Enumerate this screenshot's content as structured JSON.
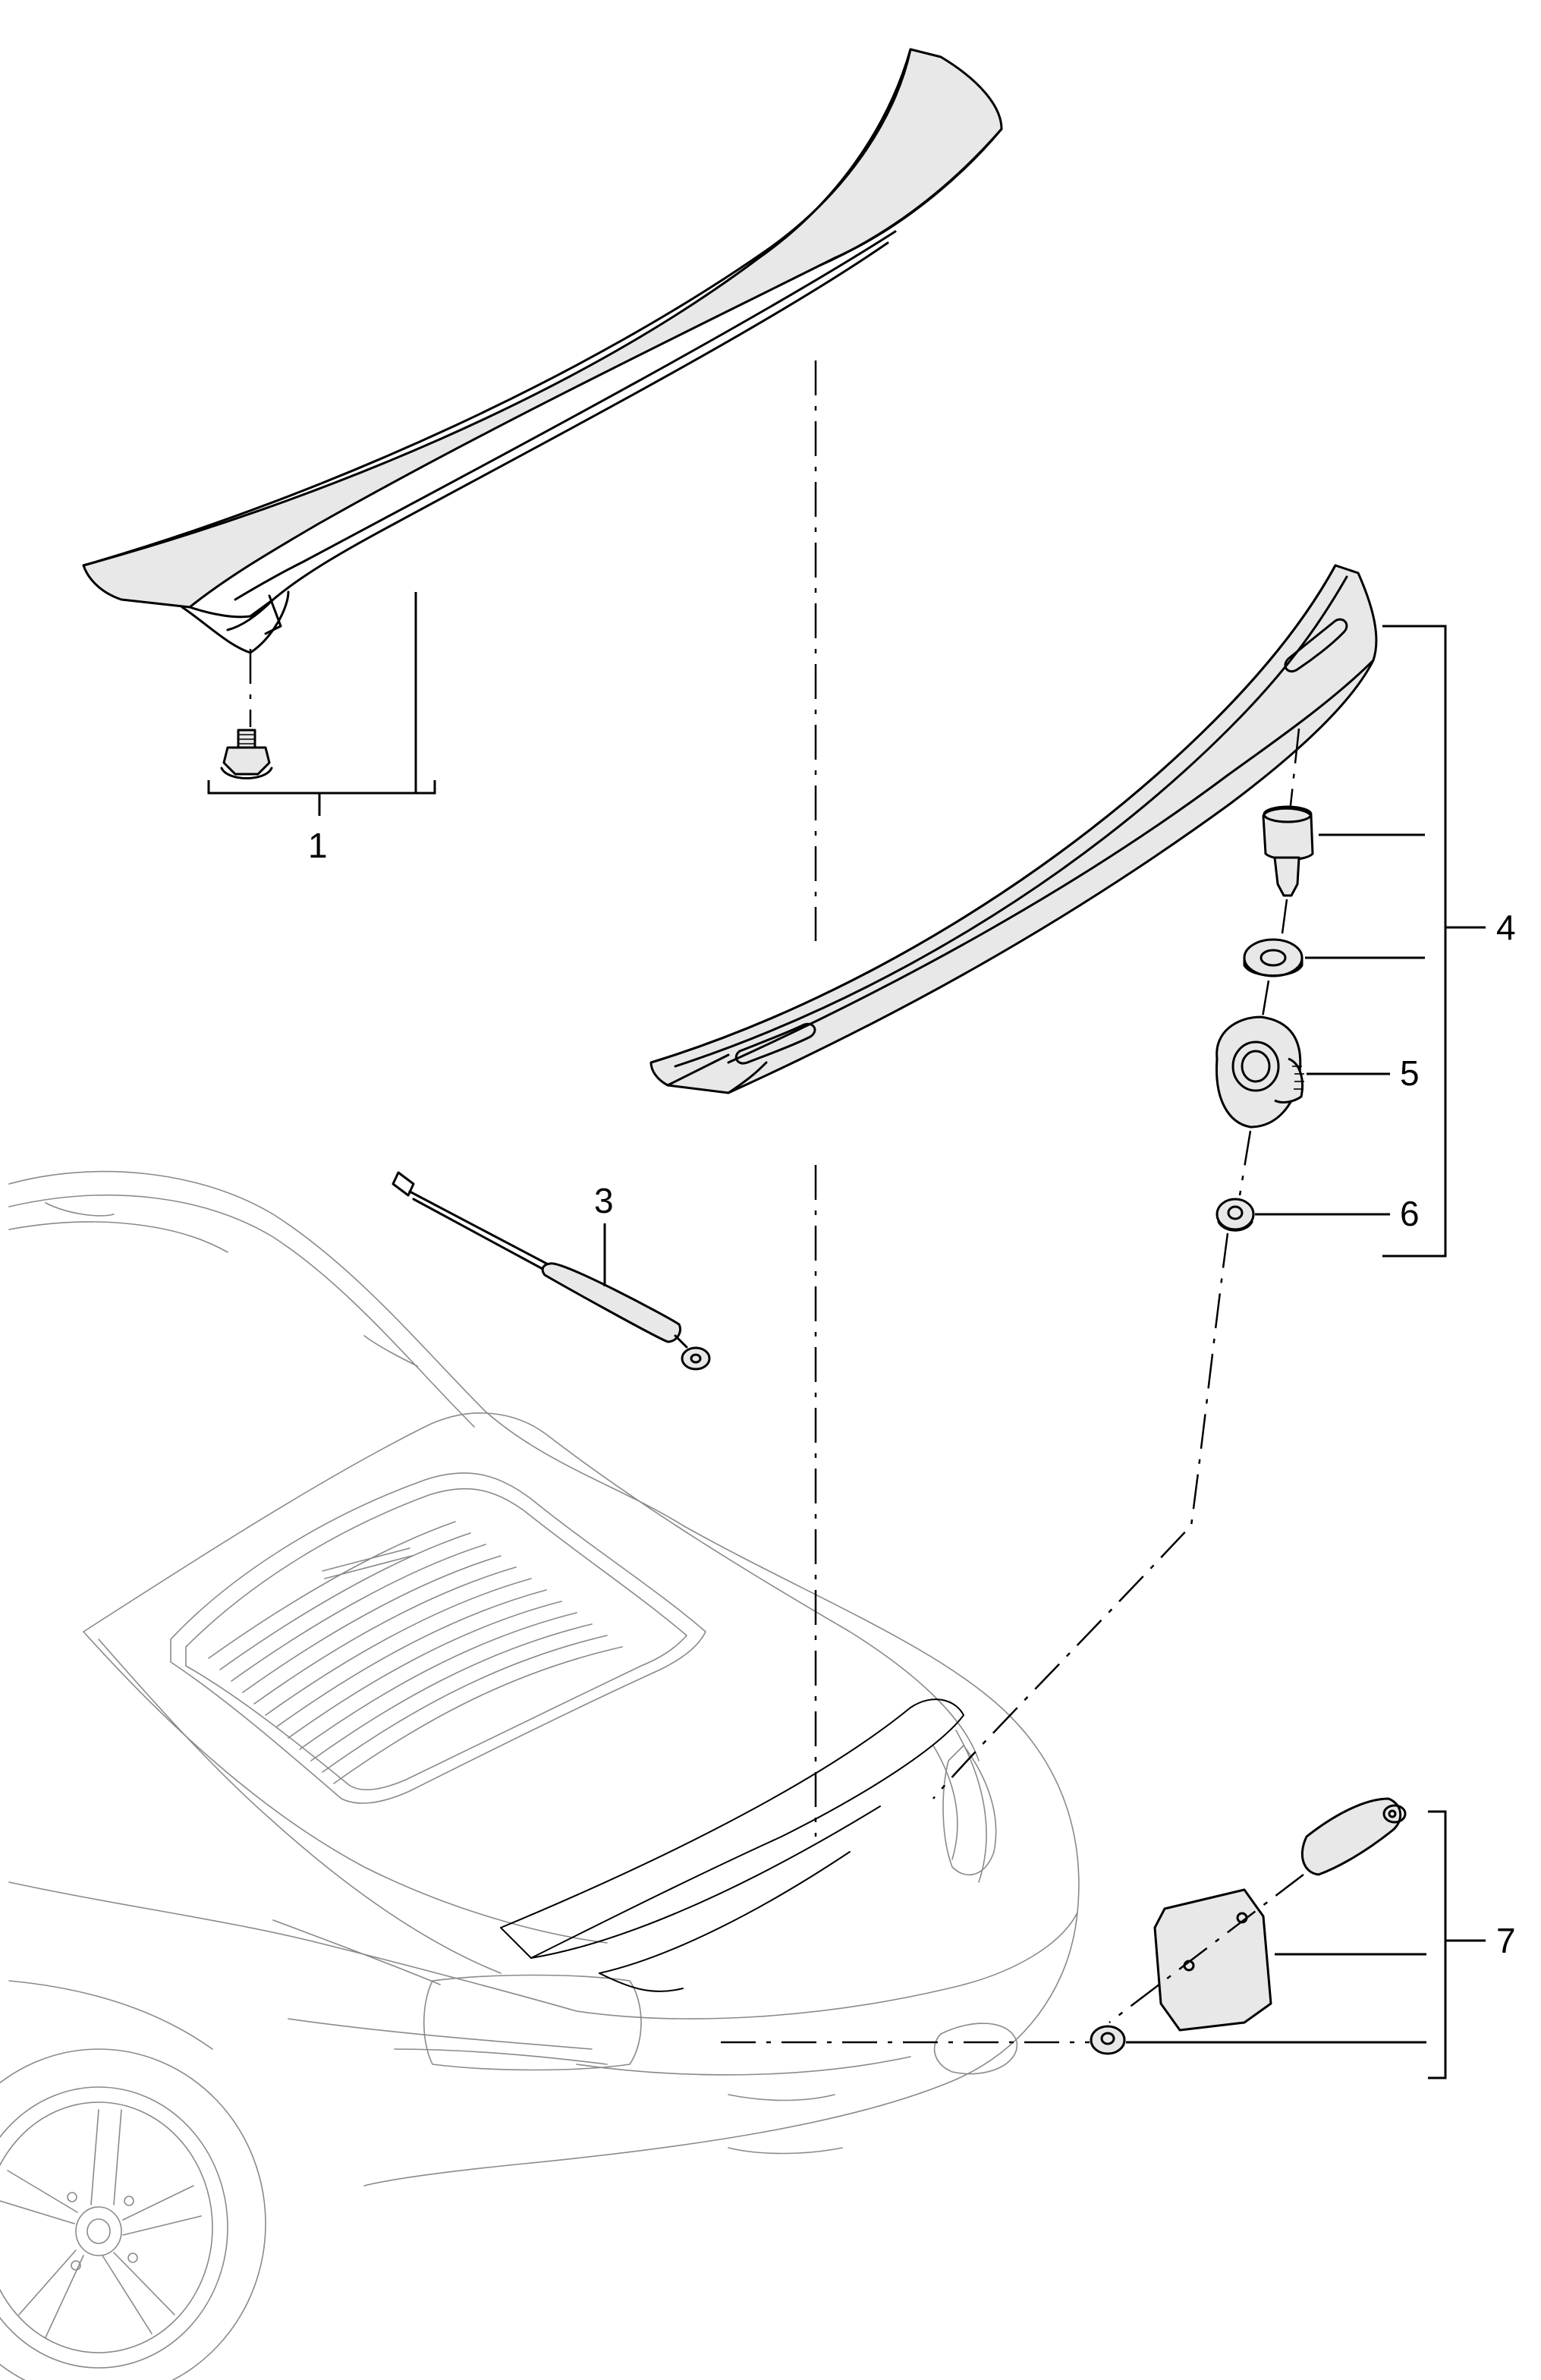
{
  "callouts": {
    "c1": "1",
    "c3": "3",
    "c4": "4",
    "c5": "5",
    "c6": "6",
    "c7": "7"
  },
  "colors": {
    "line": "#000000",
    "vehicle_outline": "#8a8a8a",
    "part_fill": "#e8e8e8",
    "background": "#ffffff"
  }
}
